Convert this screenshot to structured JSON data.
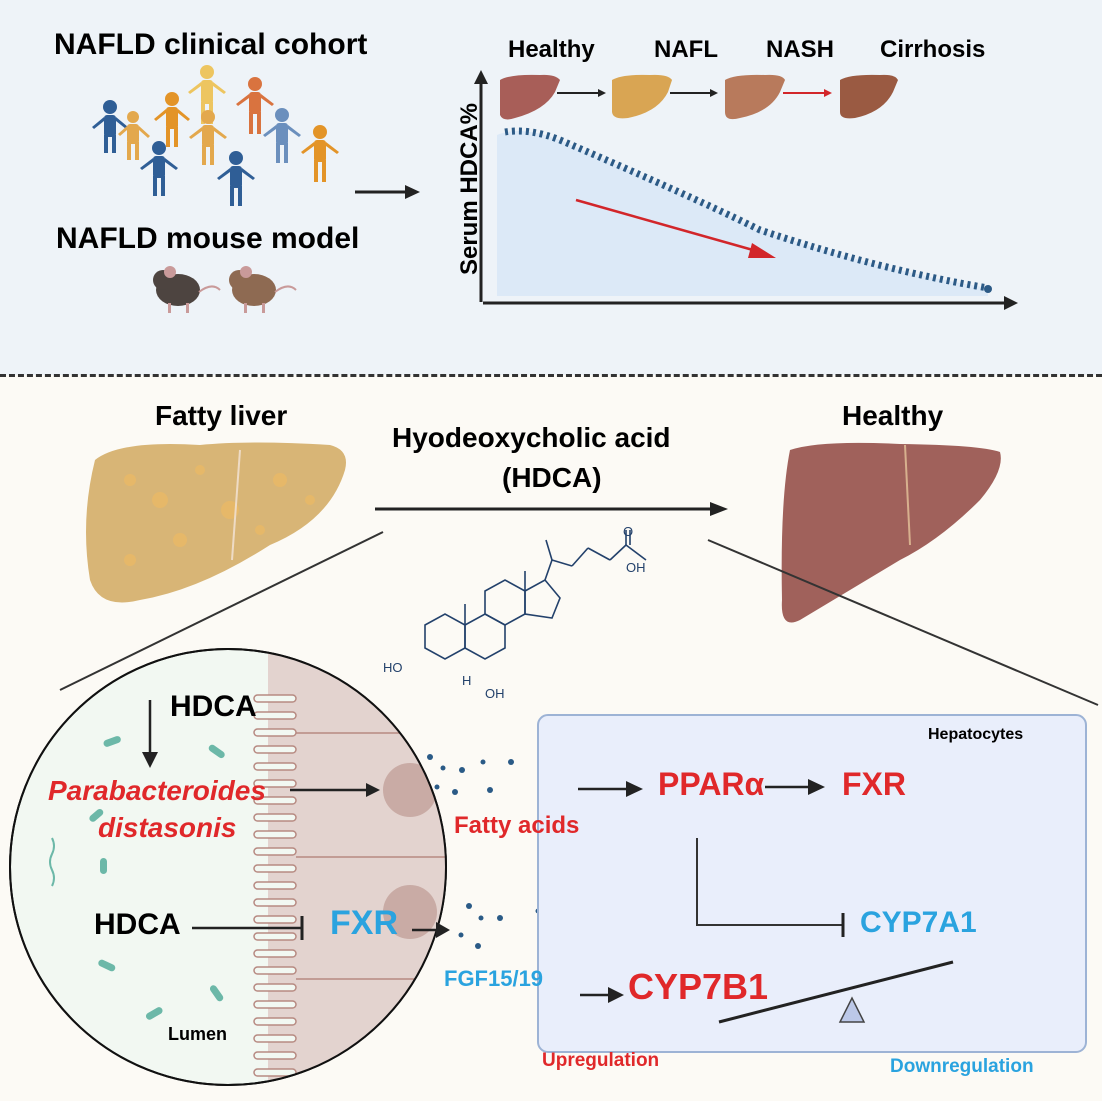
{
  "top": {
    "cohort_title": "NAFLD clinical cohort",
    "mouse_title": "NAFLD mouse model",
    "stages": [
      "Healthy",
      "NAFL",
      "NASH",
      "Cirrhosis"
    ],
    "y_axis_label": "Serum HDCA%",
    "trend": "decreasing",
    "colors": {
      "curve": "#2c5a86",
      "area": "#dce9f7",
      "trend_arrow": "#d2262a"
    }
  },
  "bottom": {
    "fatty_liver_label": "Fatty liver",
    "healthy_label": "Healthy",
    "treatment_line1": "Hyodeoxycholic acid",
    "treatment_line2": "(HDCA)",
    "molecule": {
      "oh_top": "OH",
      "o_top": "O",
      "ho_left": "HO",
      "oh_bottom": "OH",
      "h": "H"
    },
    "gut": {
      "hdca_top": "HDCA",
      "bacterium_line1": "Parabacteroides",
      "bacterium_line2": "distasonis",
      "hdca_bottom": "HDCA",
      "fxr": "FXR",
      "lumen": "Lumen"
    },
    "fatty_acids": "Fatty acids",
    "fgf": "FGF15/19",
    "hepatocytes": {
      "title": "Hepatocytes",
      "ppara": "PPARα",
      "fxr": "FXR",
      "cyp7a1": "CYP7A1",
      "cyp7b1": "CYP7B1"
    },
    "legend": {
      "up": "Upregulation",
      "down": "Downregulation"
    },
    "colors": {
      "up": "#e0282a",
      "down": "#2aa3df",
      "hepatocyte_box": "#e9eefb"
    }
  }
}
